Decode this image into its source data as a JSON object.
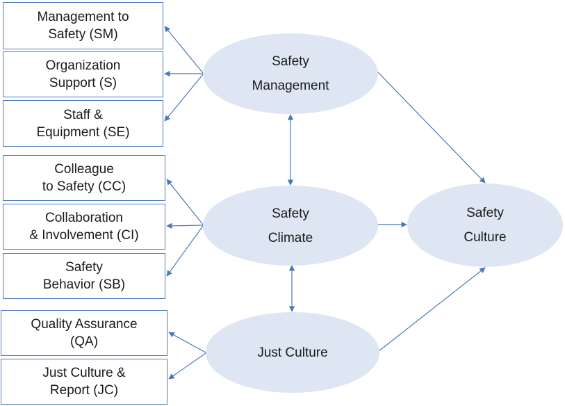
{
  "indicators": {
    "sm": {
      "line1": "Management to",
      "line2": "Safety (SM)"
    },
    "s": {
      "line1": "Organization",
      "line2": "Support (S)"
    },
    "se": {
      "line1": "Staff &",
      "line2": "Equipment (SE)"
    },
    "cc": {
      "line1": "Colleague",
      "line2": "to Safety (CC)"
    },
    "ci": {
      "line1": "Collaboration",
      "line2": "& Involvement (CI)"
    },
    "sb": {
      "line1": "Safety",
      "line2": "Behavior (SB)"
    },
    "qa": {
      "line1": "Quality Assurance",
      "line2": "(QA)"
    },
    "jc": {
      "line1": "Just Culture &",
      "line2": "Report (JC)"
    }
  },
  "constructs": {
    "safety_management": {
      "line1": "Safety",
      "line2": "Management"
    },
    "safety_climate": {
      "line1": "Safety",
      "line2": "Climate"
    },
    "just_culture": {
      "line1": "Just Culture"
    },
    "safety_culture": {
      "line1": "Safety",
      "line2": "Culture"
    }
  },
  "colors": {
    "box_border": "#4a78b8",
    "ellipse_fill": "#dde6f2",
    "arrow": "#4a78b8"
  }
}
